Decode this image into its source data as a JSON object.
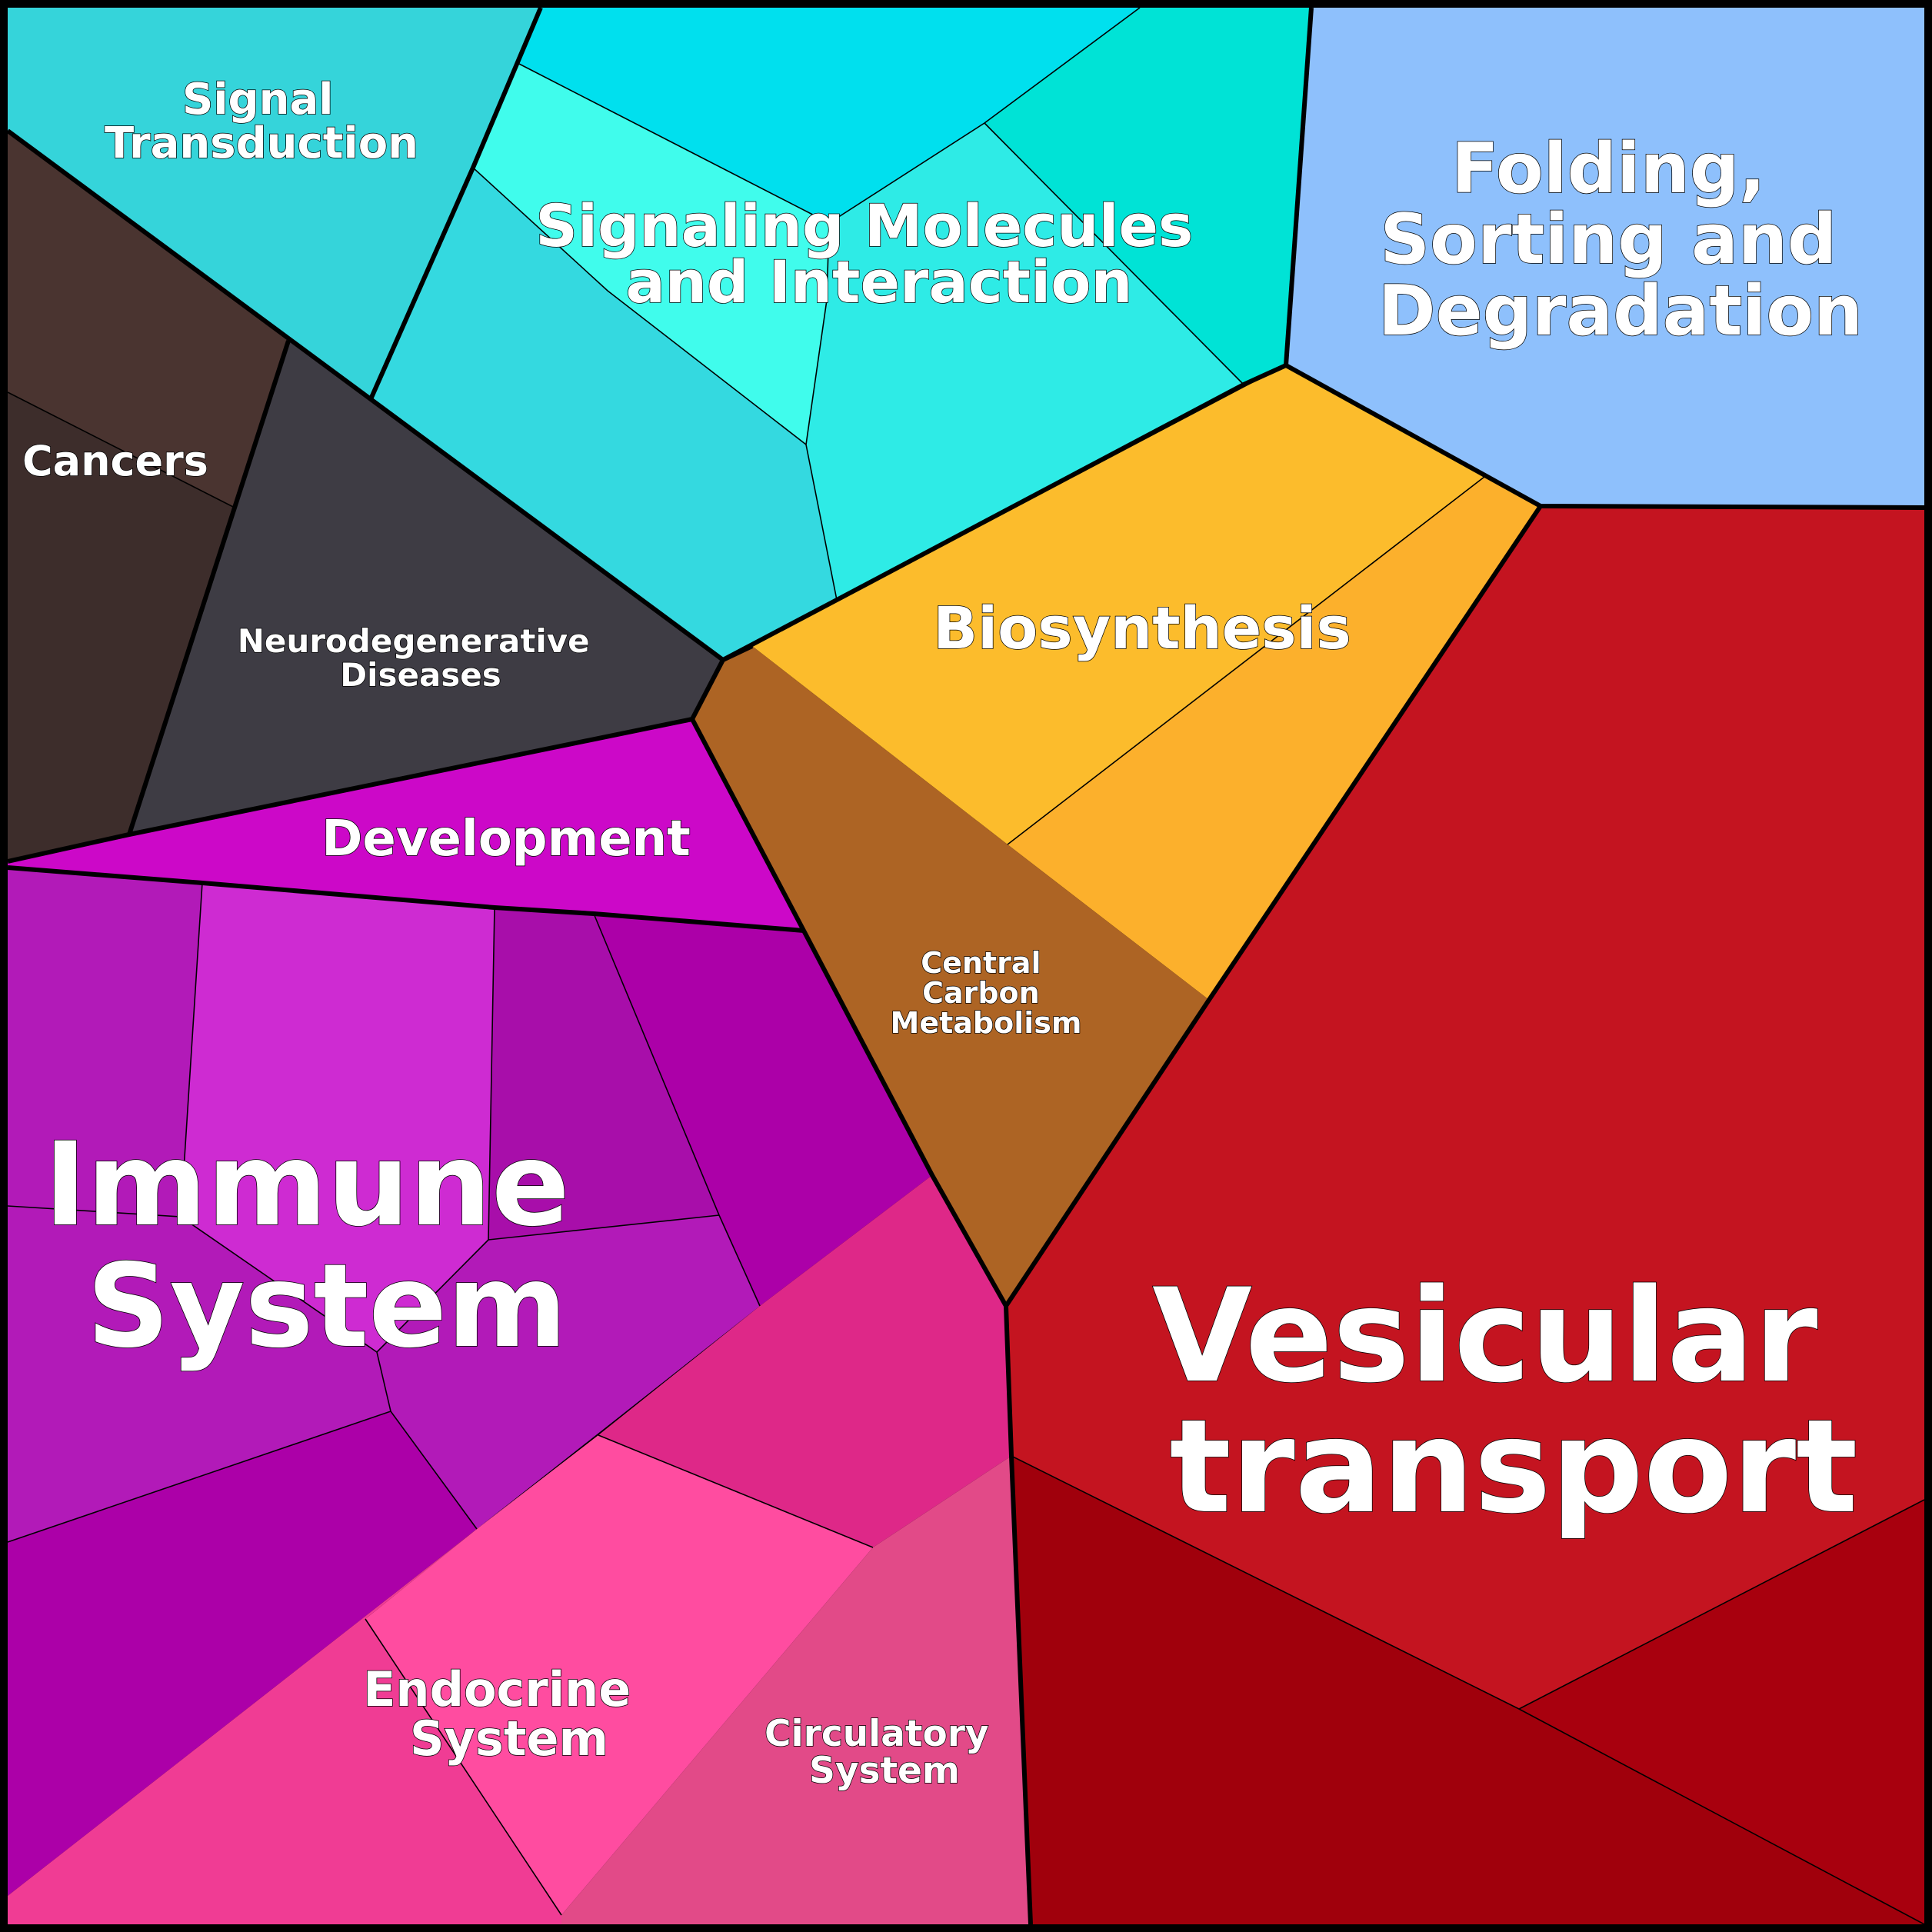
{
  "colors": {
    "signal_transduction": "#35d4da",
    "signaling_top": "#00e0ee",
    "signaling_left_light": "#40fcec",
    "signaling_right_top": "#00e3d6",
    "signaling_center": "#2eebe6",
    "signaling_lower_left": "#34d9e0",
    "folding": "#8ec0fc",
    "cancers_top": "#4a3430",
    "cancers_bottom": "#3d2d2b",
    "neuro": "#3e3c44",
    "biosynthesis_left": "#fcbc2c",
    "biosynthesis_right": "#fcb02c",
    "central_carbon": "#ad6424",
    "vesicular_main": "#c41420",
    "vesicular_dark": "#a0000c",
    "vesicular_dark2": "#a8000e",
    "development": "#cc08c8",
    "immune_light": "#ce2bd2",
    "immune_mid": "#b21ab8",
    "immune_dark": "#ac00a8",
    "immune_purple2": "#a80eaa",
    "endocrine_light": "#ff4ca0",
    "endocrine_mid": "#f03c94",
    "pink_upper": "#de2888",
    "circulatory": "#e24a88"
  },
  "labels": {
    "signal_transduction": [
      "Signal",
      "Transduction"
    ],
    "signaling_molecules": [
      "Signaling Molecules",
      "and Interaction"
    ],
    "folding": [
      "Folding,",
      "Sorting and",
      "Degradation"
    ],
    "cancers": [
      "Cancers"
    ],
    "neurodegenerative": [
      "Neurodegenerative",
      "Diseases"
    ],
    "biosynthesis": [
      "Biosynthesis"
    ],
    "development": [
      "Development"
    ],
    "central_carbon": [
      "Central",
      "Carbon",
      "Metabolism"
    ],
    "immune": [
      "Immune",
      "System"
    ],
    "vesicular": [
      "Vesicular",
      "transport"
    ],
    "endocrine": [
      "Endocrine",
      "System"
    ],
    "circulatory": [
      "Circulatory",
      "System"
    ]
  }
}
